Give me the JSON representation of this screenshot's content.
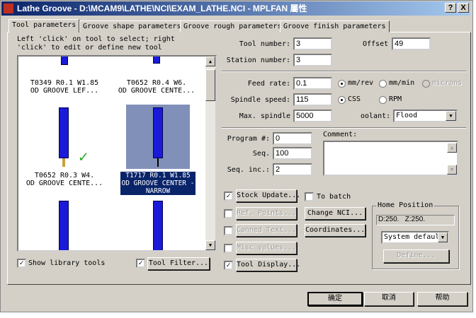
{
  "title": "Lathe Groove - D:\\MCAM9\\LATHE\\NCI\\EXAM_LATHE.NCI - MPLFAN 屬性",
  "title_buttons": {
    "help": "?",
    "close": "X"
  },
  "tabs": [
    {
      "label": "Tool parameters",
      "active": true
    },
    {
      "label": "Groove shape parameters"
    },
    {
      "label": "Groove rough parameters"
    },
    {
      "label": "Groove finish parameters"
    }
  ],
  "instructions": "Left 'click' on tool to select; right\n'click' to edit or define new tool",
  "tools": [
    {
      "caption": "T0349 R0.1 W1.85\nOD GROOVE LEF..."
    },
    {
      "caption": "T0652 R0.4 W6.\nOD GROOVE CENTE..."
    },
    {
      "caption": "T0652 R0.3 W4.\nOD GROOVE CENTE...",
      "checked": true
    },
    {
      "caption": "T1717 R0.1 W1.85\nOD GROOVE CENTER -\nNARROW",
      "selected": true
    }
  ],
  "show_library_tools": {
    "label": "Show library tools",
    "checked": true
  },
  "tool_filter": {
    "label": "Tool Filter...",
    "checked": true
  },
  "tool_number": {
    "label": "Tool number:",
    "value": "3"
  },
  "offset": {
    "label": "Offset",
    "value": "49"
  },
  "station_number": {
    "label": "Station number:",
    "value": "3"
  },
  "feed_rate": {
    "label": "Feed rate:",
    "value": "0.1",
    "units": [
      "mm/rev",
      "mm/min",
      "microns"
    ],
    "selected": "mm/rev"
  },
  "spindle_speed": {
    "label": "Spindle speed:",
    "value": "115",
    "modes": [
      "CSS",
      "RPM"
    ],
    "selected": "CSS"
  },
  "max_spindle": {
    "label": "Max. spindle",
    "value": "5000"
  },
  "coolant": {
    "label": "oolant:",
    "value": "Flood"
  },
  "program": {
    "label": "Program #:",
    "value": "0"
  },
  "seq": {
    "label": "Seq.",
    "value": "100"
  },
  "seq_inc": {
    "label": "Seq. inc.:",
    "value": "2"
  },
  "comment": {
    "label": "Comment:",
    "value": ""
  },
  "options": [
    {
      "label": "Stock Update...",
      "checked": true,
      "enabled": true
    },
    {
      "label": "Ref. Points...",
      "checked": false,
      "enabled": false
    },
    {
      "label": "Canned Text...",
      "checked": false,
      "enabled": false
    },
    {
      "label": "Misc values...",
      "checked": false,
      "enabled": false
    },
    {
      "label": "Tool Display...",
      "checked": true,
      "enabled": true
    }
  ],
  "to_batch": {
    "label": "To batch",
    "checked": false
  },
  "change_nci": "Change NCI...",
  "coordinates": "Coordinates...",
  "home_position": {
    "label": "Home Position",
    "value": "D:250.   Z:250.",
    "mode": "System defaul",
    "define": "Define..."
  },
  "footer": {
    "ok": "确定",
    "cancel": "取消",
    "help": "帮助"
  },
  "colors": {
    "title_start": "#0a246a",
    "tool_blue": "#1a1ad8",
    "selection": "#0a246a",
    "check": "#22aa22"
  }
}
